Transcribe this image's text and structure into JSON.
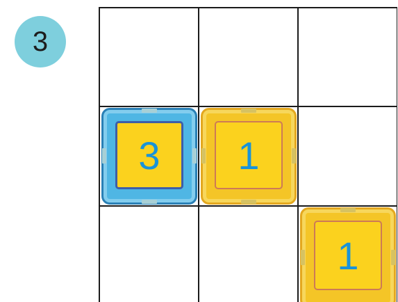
{
  "level": {
    "number": "3"
  },
  "board": {
    "rows": 3,
    "cols": 3,
    "tiles": [
      {
        "row": 1,
        "col": 0,
        "value": "3",
        "color": "blue"
      },
      {
        "row": 1,
        "col": 1,
        "value": "1",
        "color": "yellow"
      },
      {
        "row": 2,
        "col": 2,
        "value": "1",
        "color": "yellow"
      }
    ]
  },
  "colors": {
    "badge": "#7ecfdd",
    "tile_yellow": "#f4c527",
    "tile_blue": "#4fb6e4",
    "digit": "#1a93d8"
  }
}
